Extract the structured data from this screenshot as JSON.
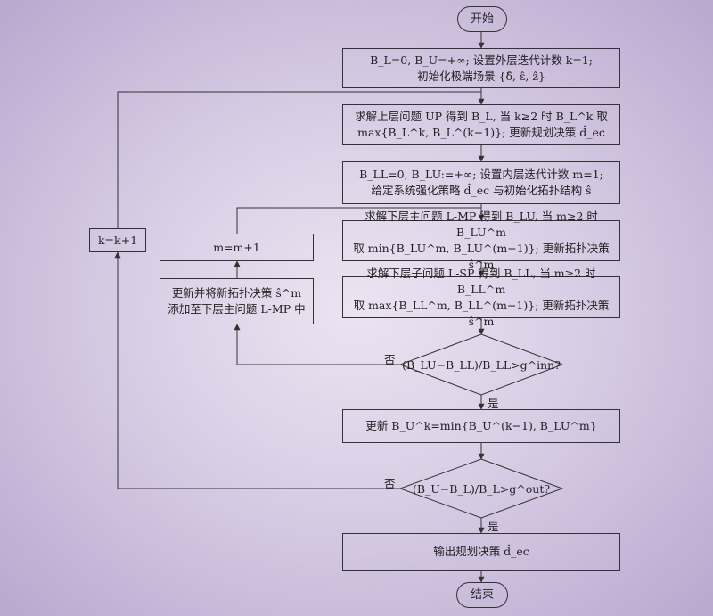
{
  "nodes": {
    "start": "开始",
    "init_outer": [
      "B_L=0, B_U=+∞; 设置外层迭代计数 k=1;",
      "初始化极端场景 {δ̂, ε̂, ẑ}"
    ],
    "solve_up": [
      "求解上层问题 UP 得到 B_L, 当 k≥2 时 B_L^k 取",
      "max{B_L^k, B_L^(k−1)}; 更新规划决策 d̂_ec"
    ],
    "init_inner": [
      "B_LL=0, B_LU:=+∞; 设置内层迭代计数 m=1;",
      "给定系统强化策略 d̂_ec 与初始化拓扑结构 ŝ"
    ],
    "solve_lmp": [
      "求解下层主问题 L-MP 得到 B_LU, 当 m≥2 时 B_LU^m",
      "取 min{B_LU^m, B_LU^(m−1)}; 更新拓扑决策 ŝ^m"
    ],
    "solve_lsp": [
      "求解下层子问题 L-SP 得到 B_LL, 当 m≥2 时 B_LL^m",
      "取 max{B_LL^m, B_LL^(m−1)}; 更新拓扑决策 ŝ^m"
    ],
    "inner_check": "(B_LU−B_LL)/B_LL>g^inn?",
    "update_bu": "更新 B_U^k=min{B_U^(k−1), B_LU^m}",
    "outer_check": "(B_U−B_L)/B_L>g^out?",
    "output": "输出规划决策 d̂_ec",
    "end": "结束",
    "m_inc": "m=m+1",
    "add_cut": [
      "更新并将新拓扑决策 ŝ^m",
      "添加至下层主问题 L-MP 中"
    ],
    "k_inc": "k=k+1"
  },
  "labels": {
    "no": "否",
    "yes": "是"
  }
}
